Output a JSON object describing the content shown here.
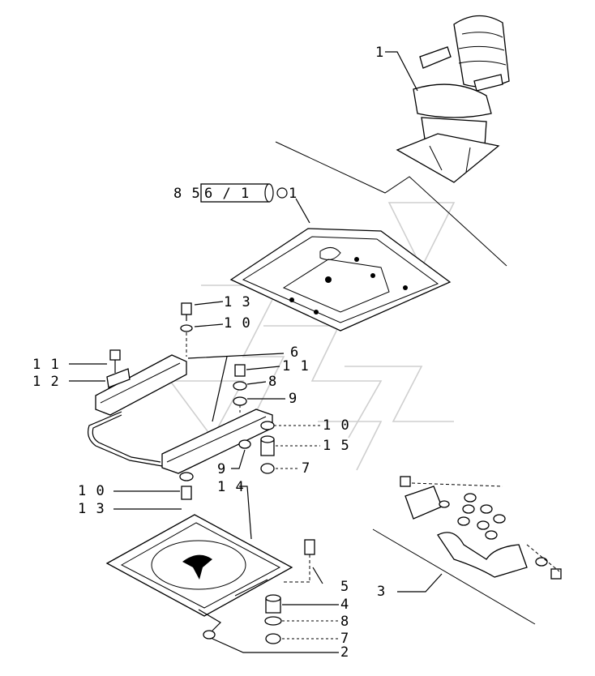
{
  "diagram": {
    "reference_box": "6 / 1",
    "reference_prefix": "8 5",
    "reference_suffix": "1",
    "callouts": {
      "seat": "1",
      "belt_assembly": "3",
      "bracket_screw": "1 1",
      "bracket": "1 2",
      "screw_top": "1 3",
      "washer_top": "1 0",
      "rail": "6",
      "bolt_mid": "1 1",
      "nut_mid": "8",
      "washer_mid": "9",
      "washer_right": "1 0",
      "spacer_right": "1 5",
      "bush_right": "7",
      "washer_left_low": "9",
      "washer_bottom_left": "1 0",
      "screw_bottom_left": "1 3",
      "swivel_plate": "1 4",
      "screw_plate": "5",
      "spacer_plate": "4",
      "washer_plate": "8",
      "bush_plate": "7",
      "handle": "2"
    },
    "colors": {
      "line": "#000000",
      "watermark": "#cfcfcf",
      "background": "#ffffff"
    }
  }
}
